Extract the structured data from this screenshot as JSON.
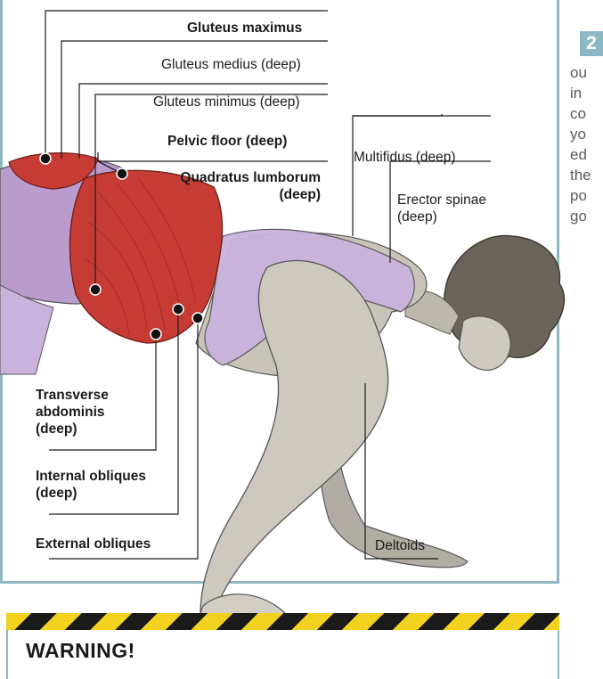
{
  "step_number": "2",
  "side_text_lines": [
    "ou",
    "in",
    "co",
    "yo",
    "ed",
    "the",
    "po",
    "go"
  ],
  "labels": {
    "gluteus_maximus": "Gluteus maximus",
    "gluteus_medius": "Gluteus medius (deep)",
    "gluteus_minimus": "Gluteus minimus (deep)",
    "pelvic_floor": "Pelvic floor (deep)",
    "quadratus_line1": "Quadratus lumborum",
    "quadratus_line2": "(deep)",
    "multifidus": "Multifidus (deep)",
    "erector_line1": "Erector spinae",
    "erector_line2": "(deep)",
    "transverse_line1": "Transverse",
    "transverse_line2": "abdominis",
    "transverse_line3": "(deep)",
    "internal_line1": "Internal obliques",
    "internal_line2": "(deep)",
    "external_obliques": "External obliques",
    "deltoids": "Deltoids"
  },
  "warning": "WARNING!",
  "colors": {
    "frame": "#8fb6c2",
    "step_box": "#8cb8c6",
    "hazard_yellow": "#f2d21e",
    "muscle_red": "#c63b33",
    "body_gray": "#c8c4b8",
    "clothing_lilac": "#c9b3dc"
  }
}
